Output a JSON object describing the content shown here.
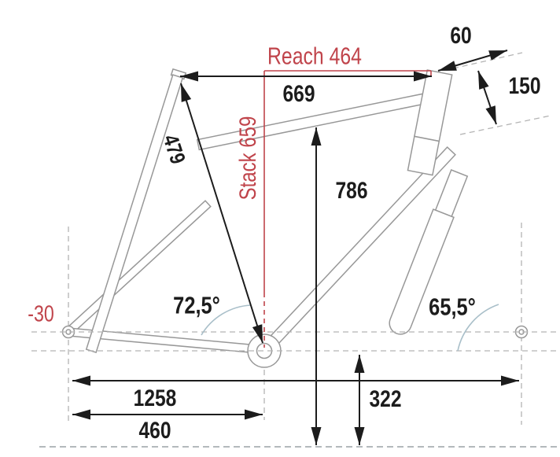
{
  "diagram": {
    "type": "bicycle-frame-geometry",
    "labels": {
      "reach": "Reach 464",
      "stack": "Stack 659",
      "bb_drop": "-30",
      "top_tube_effective": "669",
      "standover_height": "786",
      "seat_tube_length": "479",
      "head_top_extension": "60",
      "head_tube_length": "150",
      "seat_tube_angle": "72,5°",
      "head_tube_angle": "65,5°",
      "wheelbase": "1258",
      "chainstay_length": "460",
      "bb_height": "322"
    },
    "colors": {
      "accent_red": "#c0444b",
      "dimension_black": "#1c1c1c",
      "tube_gray": "#989898",
      "guide_gray": "#b4b4b4",
      "arc_blue": "#a9bfc9",
      "ground_gray": "#9aa2a6"
    }
  }
}
